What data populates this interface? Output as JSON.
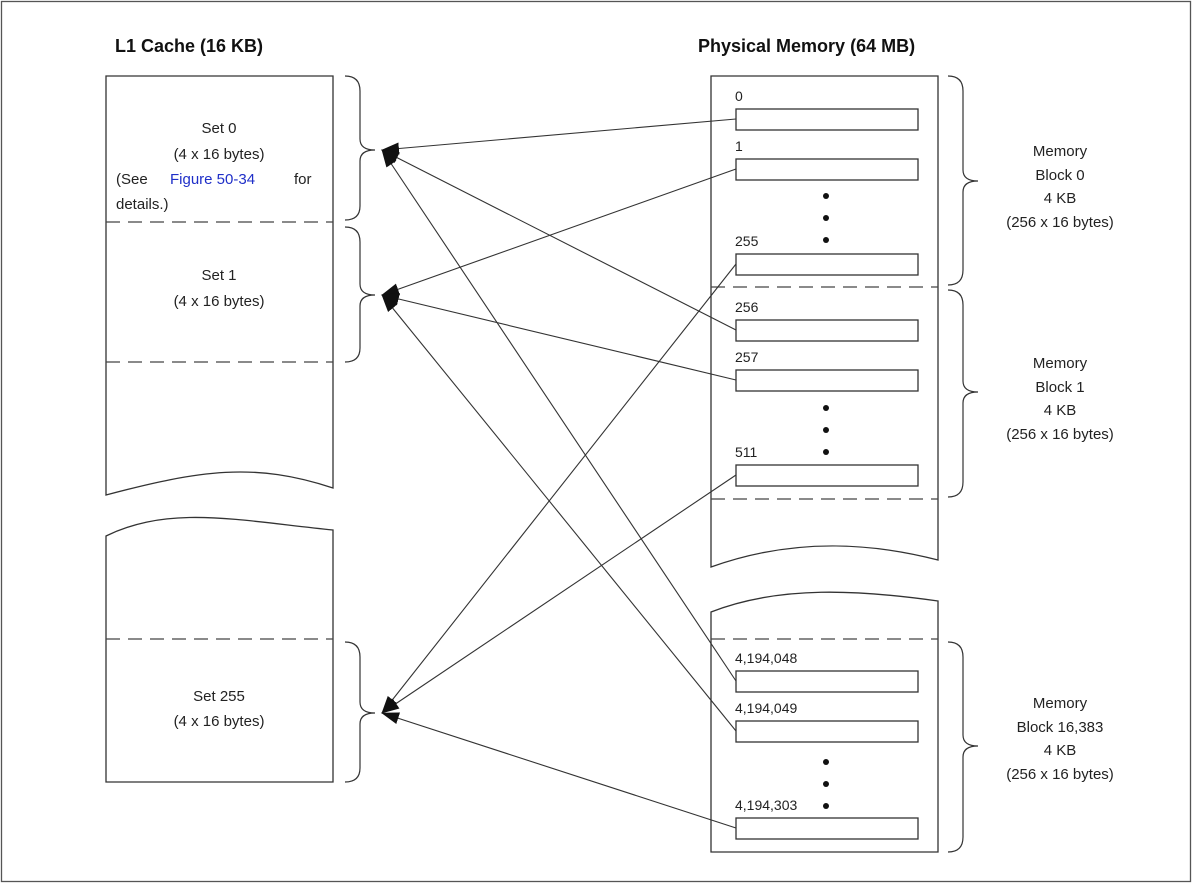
{
  "cache_title": "L1 Cache (16 KB)",
  "memory_title": "Physical Memory (64 MB)",
  "set0": {
    "name": "Set 0",
    "size": "(4 x 16 bytes)",
    "note_before": "(See",
    "note_link": "Figure 50-34",
    "note_after": "for",
    "note_line2": "details.)"
  },
  "set1": {
    "name": "Set 1",
    "size": "(4 x 16 bytes)"
  },
  "set255": {
    "name": "Set 255",
    "size": "(4 x 16 bytes)"
  },
  "addresses": {
    "a0": "0",
    "a1": "1",
    "a255": "255",
    "a256": "256",
    "a257": "257",
    "a511": "511",
    "a4194048": "4,194,048",
    "a4194049": "4,194,049",
    "a4194303": "4,194,303"
  },
  "blocks": [
    {
      "line1": "Memory",
      "line2": "Block 0",
      "line3": "4 KB",
      "line4": "(256 x 16 bytes)"
    },
    {
      "line1": "Memory",
      "line2": "Block 1",
      "line3": "4 KB",
      "line4": "(256 x 16 bytes)"
    },
    {
      "line1": "Memory",
      "line2": "Block 16,383",
      "line3": "4 KB",
      "line4": "(256 x 16 bytes)"
    }
  ]
}
